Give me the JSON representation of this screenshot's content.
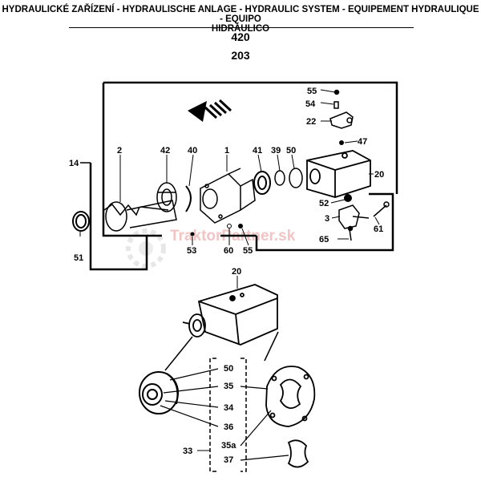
{
  "header": {
    "title_line1": "HYDRAULICKÉ ZAŘÍZENÍ - HYDRAULISCHE ANLAGE - HYDRAULIC SYSTEM - EQUIPEMENT HYDRAULIQUE - EQUIPO",
    "title_line2": "HIDRÁULICO"
  },
  "codes": {
    "code_top": "420",
    "code_bottom": "203"
  },
  "watermark": "TraktorPartner.sk",
  "labels": {
    "p55a": "55",
    "p54": "54",
    "p22": "22",
    "p47": "47",
    "p14": "14",
    "p2": "2",
    "p42": "42",
    "p40": "40",
    "p1": "1",
    "p41": "41",
    "p39": "39",
    "p50": "50",
    "p20": "20",
    "p52": "52",
    "p3": "3",
    "p61": "61",
    "p65": "65",
    "p51": "51",
    "p53": "53",
    "p60": "60",
    "p55b": "55",
    "p20b": "20",
    "p50b": "50",
    "p35": "35",
    "p34": "34",
    "p36": "36",
    "p33": "33",
    "p35a": "35a",
    "p37": "37"
  },
  "colors": {
    "line": "#000000",
    "watermark": "#f3c4c4"
  }
}
